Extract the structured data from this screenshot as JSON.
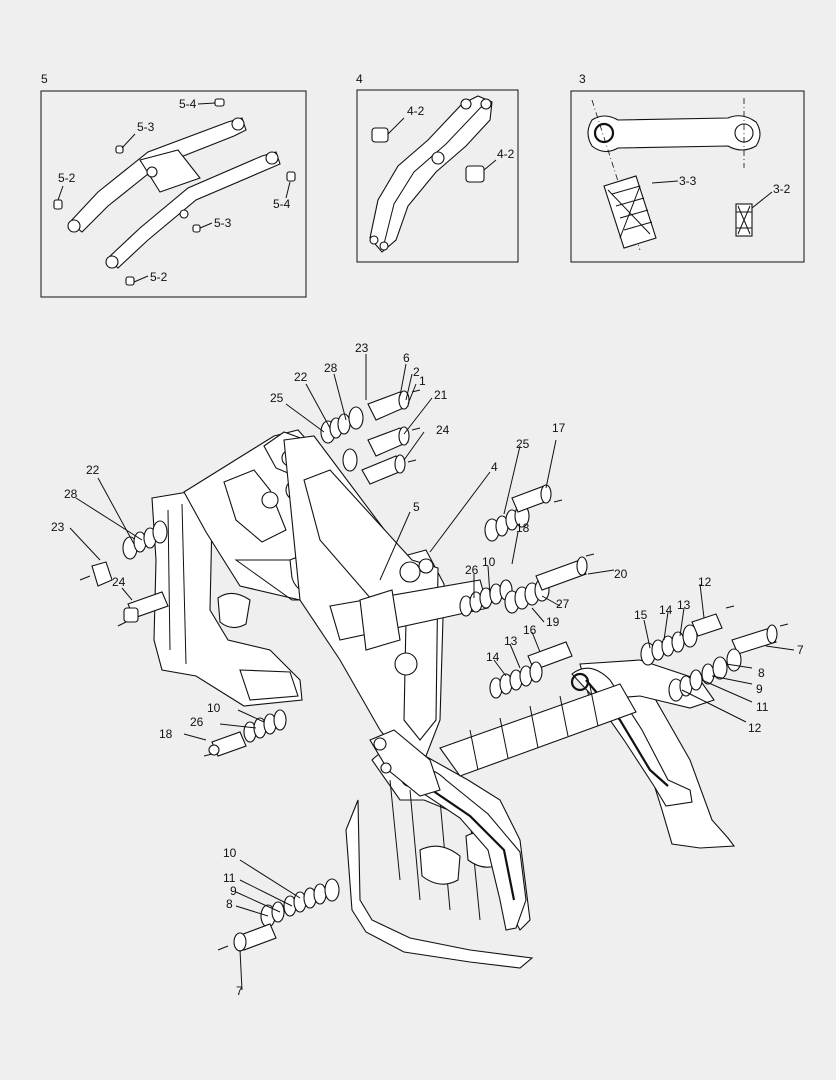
{
  "panels": {
    "p5": {
      "title": "5",
      "labels": [
        "5-4",
        "5-3",
        "5-2",
        "5-4",
        "5-3",
        "5-2"
      ]
    },
    "p4": {
      "title": "4",
      "labels": [
        "4-2",
        "4-2"
      ]
    },
    "p3": {
      "title": "3",
      "labels": [
        "3-3",
        "3-2"
      ]
    }
  },
  "callouts": [
    "23",
    "6",
    "28",
    "2",
    "22",
    "1",
    "25",
    "21",
    "24",
    "22",
    "28",
    "23",
    "24",
    "25",
    "17",
    "4",
    "5",
    "18",
    "26",
    "10",
    "20",
    "27",
    "19",
    "12",
    "15",
    "14",
    "13",
    "16",
    "13",
    "14",
    "7",
    "8",
    "9",
    "11",
    "12",
    "10",
    "26",
    "18",
    "10",
    "11",
    "9",
    "8",
    "7"
  ]
}
